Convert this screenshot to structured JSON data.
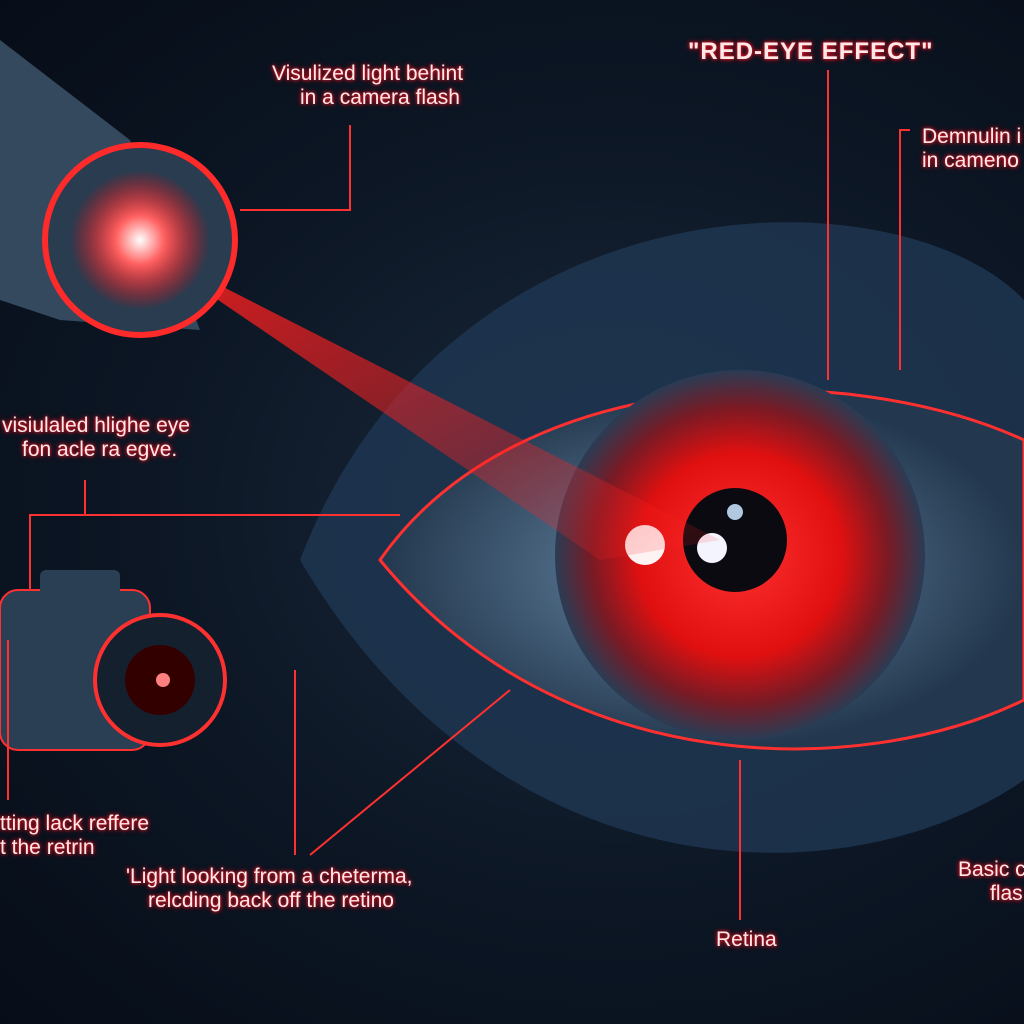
{
  "labels": {
    "top_flash": [
      "Visulized light behint",
      "in a camera flash"
    ],
    "title": "\"RED-EYE EFFECT\"",
    "top_right": [
      "Demnulin i",
      "in cameno"
    ],
    "left_middle": [
      "visiulaled  hlighe eye",
      "fon acle ra egve."
    ],
    "left_bottom": [
      "tting lack reffere",
      "t the retrin"
    ],
    "bottom_center": [
      "'Light  looking from a cheterma,",
      "relcding back off the retino"
    ],
    "retina": "Retina",
    "bottom_right": [
      "Basic c",
      "flas"
    ]
  },
  "colors": {
    "background": "#0c1624",
    "accent_red": "#ff1a1a",
    "iris_blue": "#4a6a8c"
  }
}
